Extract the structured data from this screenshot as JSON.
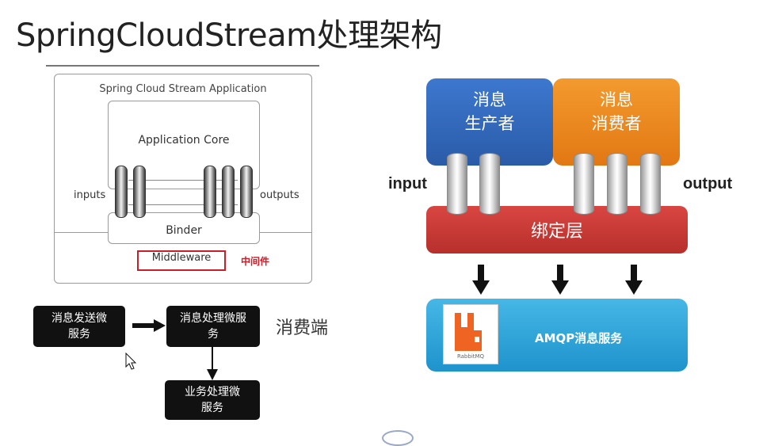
{
  "title": "SpringCloudStream处理架构",
  "left_diagram": {
    "app_label": "Spring Cloud Stream Application",
    "core_label": "Application Core",
    "inputs_label": "inputs",
    "outputs_label": "outputs",
    "binder_label": "Binder",
    "middleware_label": "Middleware",
    "middleware_cn": "中间件"
  },
  "flow": {
    "send_service": "消息发送微服务",
    "process_service": "消息处理微服务",
    "consumer_tag": "消费端",
    "business_service": "业务处理微服务"
  },
  "right_diagram": {
    "producer_line1": "消息",
    "producer_line2": "生产者",
    "consumer_line1": "消息",
    "consumer_line2": "消费者",
    "input_label": "input",
    "output_label": "output",
    "binding_layer": "绑定层",
    "rabbitmq_text": "RabbitMQ",
    "amqp_label": "AMQP消息服务"
  },
  "colors": {
    "producer": "#2f66bd",
    "consumer": "#ee8a22",
    "binding": "#c93a36",
    "amqp": "#2fa5d9",
    "highlight": "#c8202a"
  }
}
